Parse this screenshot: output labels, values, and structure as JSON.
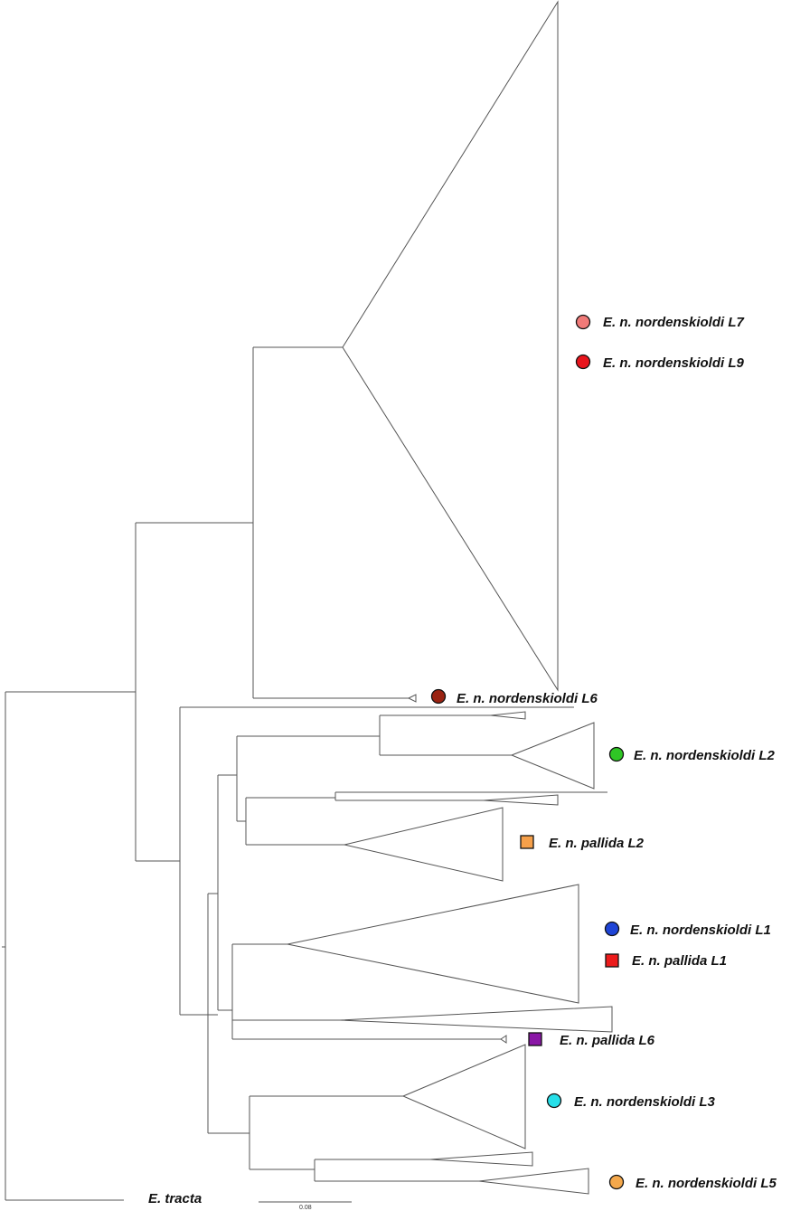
{
  "tree": {
    "outgroup_label": "E. tracta",
    "scale_bar_label": "0.08"
  },
  "clade_labels": [
    {
      "id": "nord-l7",
      "text": "E. n. nordenskioldi L7",
      "marker": "circle",
      "color": "#f07a78"
    },
    {
      "id": "nord-l9",
      "text": "E. n. nordenskioldi L9",
      "marker": "circle",
      "color": "#e8141c"
    },
    {
      "id": "nord-l6",
      "text": "E. n. nordenskioldi L6",
      "marker": "circle",
      "color": "#9a2312"
    },
    {
      "id": "nord-l2",
      "text": "E. n. nordenskioldi L2",
      "marker": "circle",
      "color": "#2fc625"
    },
    {
      "id": "pallida-l2",
      "text": "E. n. pallida L2",
      "marker": "square",
      "color": "#f6a04a"
    },
    {
      "id": "nord-l1",
      "text": "E. n. nordenskioldi L1",
      "marker": "circle",
      "color": "#1e44d6"
    },
    {
      "id": "pallida-l1",
      "text": "E. n. pallida L1",
      "marker": "square",
      "color": "#ec1b1b"
    },
    {
      "id": "pallida-l6",
      "text": "E. n. pallida L6",
      "marker": "square",
      "color": "#8a16a6"
    },
    {
      "id": "nord-l3",
      "text": "E. n. nordenskioldi L3",
      "marker": "circle",
      "color": "#27dfe9"
    },
    {
      "id": "nord-l5",
      "text": "E. n. nordenskioldi L5",
      "marker": "circle",
      "color": "#f4a84c"
    }
  ]
}
